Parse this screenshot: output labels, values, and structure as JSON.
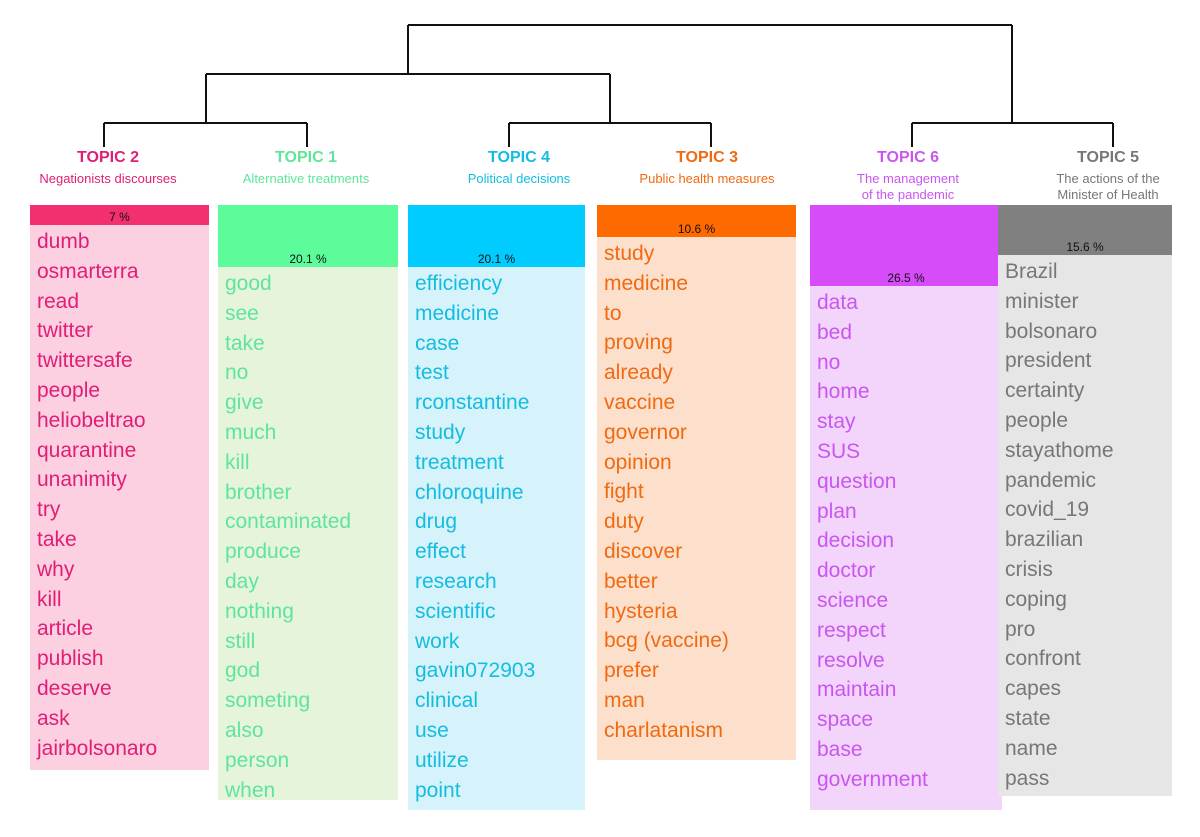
{
  "topics": [
    {
      "id": "t2",
      "title": "TOPIC 2",
      "subtitle": [
        "Negationists discourses"
      ],
      "percent": "7 %",
      "color": "#e01e75",
      "bar_color": "#f2306f",
      "box_color": "#fcd0e0",
      "words": [
        "dumb",
        "osmarterra",
        "read",
        "twitter",
        "twittersafe",
        "people",
        "heliobeltrao",
        "quarantine",
        "unanimity",
        "try",
        "take",
        "why",
        "kill",
        "article",
        "publish",
        "deserve",
        "ask",
        "jairbolsonaro"
      ]
    },
    {
      "id": "t1",
      "title": "TOPIC 1",
      "subtitle": [
        "Alternative treatments"
      ],
      "percent": "20.1 %",
      "color": "#5fe59a",
      "bar_color": "#5cfc9a",
      "box_color": "#e6f4dc",
      "words": [
        "good",
        "see",
        "take",
        "no",
        "give",
        "much",
        "kill",
        "brother",
        "contaminated",
        "produce",
        "day",
        "nothing",
        "still",
        "god",
        "someting",
        "also",
        "person",
        "when"
      ]
    },
    {
      "id": "t4",
      "title": "TOPIC 4",
      "subtitle": [
        "Political decisions"
      ],
      "percent": "20.1 %",
      "color": "#14bde0",
      "bar_color": "#00ccff",
      "box_color": "#d6f3fb",
      "words": [
        "efficiency",
        "medicine",
        "case",
        "test",
        "rconstantine",
        "study",
        "treatment",
        "chloroquine",
        "drug",
        "effect",
        "research",
        "scientific",
        "work",
        "gavin072903",
        "clinical",
        "use",
        "utilize",
        "point"
      ]
    },
    {
      "id": "t3",
      "title": "TOPIC 3",
      "subtitle": [
        "Public health measures"
      ],
      "percent": "10.6 %",
      "color": "#f06a12",
      "bar_color": "#ff6a00",
      "box_color": "#fde0cc",
      "words": [
        "study",
        "medicine",
        "to",
        "proving",
        "already",
        "vaccine",
        "governor",
        "opinion",
        "fight",
        "duty",
        "discover",
        "better",
        "hysteria",
        "bcg (vaccine)",
        "prefer",
        "man",
        "charlatanism"
      ]
    },
    {
      "id": "t6",
      "title": "TOPIC 6",
      "subtitle": [
        "The management",
        "of the pandemic"
      ],
      "percent": "26.5 %",
      "color": "#c956ef",
      "bar_color": "#d64cf8",
      "box_color": "#f3d5fb",
      "words": [
        "data",
        "bed",
        "no",
        "home",
        "stay",
        "SUS",
        "question",
        "plan",
        "decision",
        "doctor",
        "science",
        "respect",
        "resolve",
        "maintain",
        "space",
        "base",
        "government"
      ]
    },
    {
      "id": "t5",
      "title": "TOPIC 5",
      "subtitle": [
        "The actions of the",
        "Minister of Health"
      ],
      "percent": "15.6 %",
      "color": "#777777",
      "bar_color": "#808080",
      "box_color": "#e6e6e6",
      "words": [
        "Brazil",
        "minister",
        "bolsonaro",
        "president",
        "certainty",
        "people",
        "stayathome",
        "pandemic",
        "covid_19",
        "brazilian",
        "crisis",
        "coping",
        "pro",
        "confront",
        "capes",
        "state",
        "name",
        "pass"
      ]
    }
  ]
}
